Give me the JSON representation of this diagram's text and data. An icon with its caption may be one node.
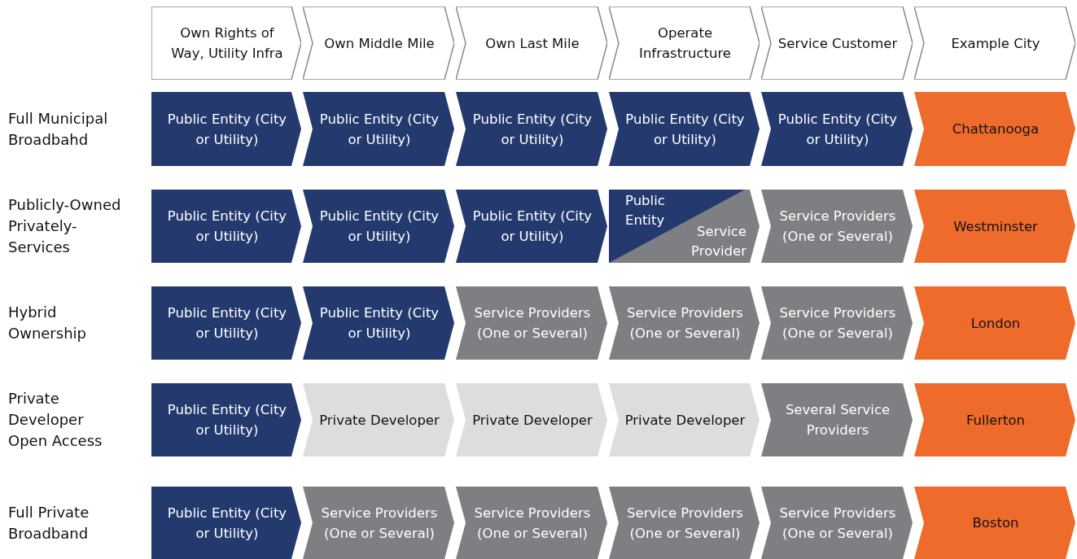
{
  "diagram": {
    "nodes": [
      {
        "text": [
          "Own Rights of Way, Utility Infra"
        ]
      },
      {
        "text": [
          "Own Middle Mile"
        ]
      },
      {
        "text": [
          "Own Last Mile"
        ]
      },
      {
        "text": [
          "Operate Infrastructure"
        ]
      },
      {
        "text": [
          "Service Customer"
        ]
      },
      {
        "text": [
          "Example City"
        ]
      },
      {
        "text": [
          "Public Entity (City or Utility)"
        ]
      },
      {
        "text": [
          "Public Entity (City or Utility)"
        ]
      },
      {
        "text": [
          "Public Entity (City or Utility)"
        ]
      },
      {
        "text": [
          "Public Entity (City or Utility)"
        ]
      },
      {
        "text": [
          "Public Entity (City or Utility)"
        ]
      },
      {
        "text": [
          "Chattanooga"
        ]
      },
      {
        "text": [
          "Public Entity (City or Utility)"
        ]
      },
      {
        "text": [
          "Public Entity (City or Utility)"
        ]
      },
      {
        "text": [
          "Public Entity (City or Utility)"
        ]
      },
      {
        "text": [
          "Public Entity",
          "Service Provider"
        ]
      },
      {
        "text": [
          "Service Providers (One or Several)"
        ]
      },
      {
        "text": [
          "Westminster"
        ]
      },
      {
        "text": [
          "Public Entity (City or Utility)"
        ]
      },
      {
        "text": [
          "Public Entity (City or Utility)"
        ]
      },
      {
        "text": [
          "Service Providers (One or Several)"
        ]
      },
      {
        "text": [
          "Service Providers (One or Several)"
        ]
      },
      {
        "text": [
          "Service Providers (One or Several)"
        ]
      },
      {
        "text": [
          "London"
        ]
      },
      {
        "text": [
          "Public Entity (City or Utility)"
        ]
      },
      {
        "text": [
          "Private Developer"
        ]
      },
      {
        "text": [
          "Private Developer"
        ]
      },
      {
        "text": [
          "Private Developer"
        ]
      },
      {
        "text": [
          "Several Service Providers"
        ]
      },
      {
        "text": [
          "Fullerton"
        ]
      },
      {
        "text": [
          "Public Entity (City or Utility)"
        ]
      },
      {
        "text": [
          "Service Providers (One or Several)"
        ]
      },
      {
        "text": [
          "Service Providers (One or Several)"
        ]
      },
      {
        "text": [
          "Service Providers (One or Several)"
        ]
      },
      {
        "text": [
          "Service Providers (One or Several)"
        ]
      },
      {
        "text": [
          "Boston"
        ]
      }
    ],
    "edges": [],
    "labels": [
      "Full Municipal Broadbahd",
      "Publicly-Owned Privately-Services",
      "Hybrid Ownership",
      "Private Developer Open Access",
      "Full Private Broadband"
    ]
  }
}
